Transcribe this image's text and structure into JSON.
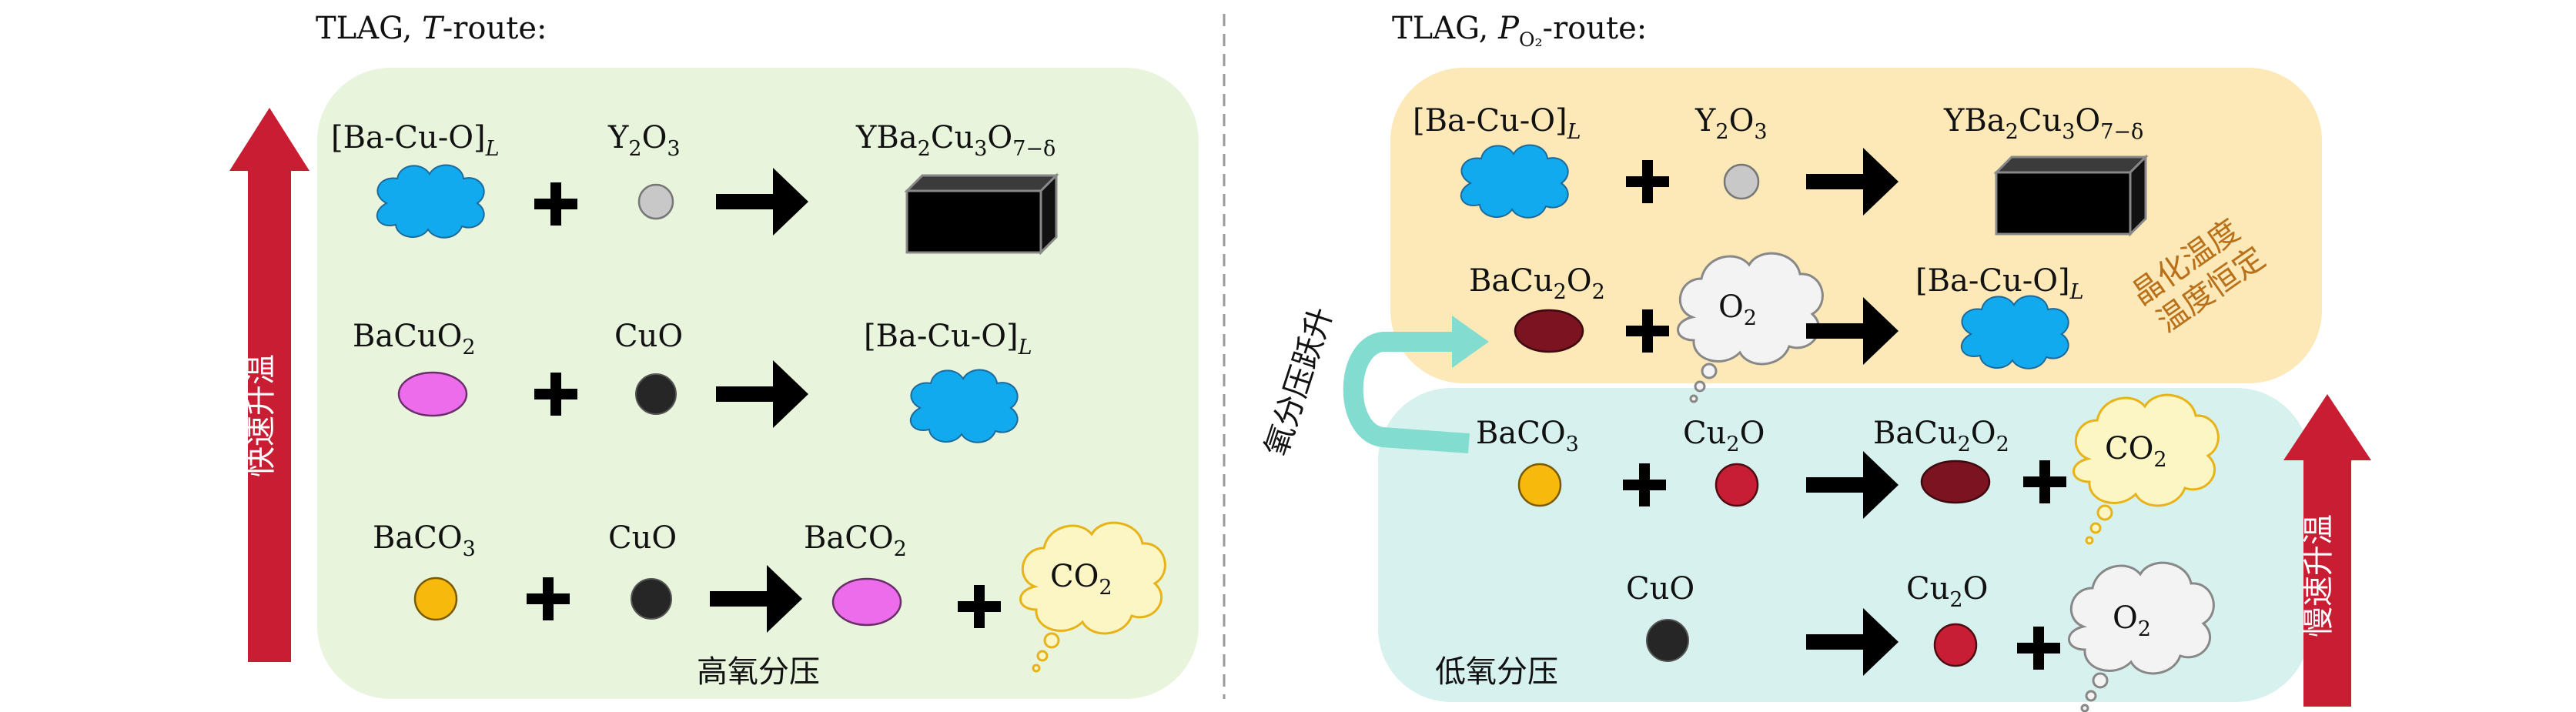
{
  "left_panel": {
    "title_prefix": "TLAG, ",
    "title_italic": "T",
    "title_suffix": "-route:",
    "rate_arrow_label": "快速升温",
    "bottom_label": "高氧分压",
    "rows": [
      {
        "r1": "[Ba-Cu-O]",
        "r1_sub": "L",
        "r2_pre": "Y",
        "r2_sub1": "2",
        "r2_mid": "O",
        "r2_sub2": "3",
        "p_pre": "YBa",
        "p_sub1": "2",
        "p_mid1": "Cu",
        "p_sub2": "3",
        "p_mid2": "O",
        "p_sub3": "7−δ"
      },
      {
        "r1_pre": "BaCuO",
        "r1_sub": "2",
        "r2": "CuO",
        "p": "[Ba-Cu-O]",
        "p_sub": "L"
      },
      {
        "r1_pre": "BaCO",
        "r1_sub": "3",
        "r2": "CuO",
        "p_pre": "BaCO",
        "p_sub": "2",
        "gas_pre": "CO",
        "gas_sub": "2"
      }
    ]
  },
  "right_panel": {
    "title_prefix": "TLAG, ",
    "title_italic": "P",
    "title_sub": "O₂",
    "title_suffix": "-route:",
    "jump_label": "氧分压跃升",
    "constant_label": [
      "晶化温度",
      "温度恒定"
    ],
    "rate_arrow_label": "慢速升温",
    "bottom_label": "低氧分压",
    "rows": [
      {
        "r1": "[Ba-Cu-O]",
        "r1_sub": "L",
        "r2_pre": "Y",
        "r2_sub1": "2",
        "r2_mid": "O",
        "r2_sub2": "3",
        "p_pre": "YBa",
        "p_sub1": "2",
        "p_mid1": "Cu",
        "p_sub2": "3",
        "p_mid2": "O",
        "p_sub3": "7−δ"
      },
      {
        "r1_pre": "BaCu",
        "r1_sub1": "2",
        "r1_mid": "O",
        "r1_sub2": "2",
        "gas_pre": "O",
        "gas_sub": "2",
        "p": "[Ba-Cu-O]",
        "p_sub": "L"
      },
      {
        "r1_pre": "BaCO",
        "r1_sub": "3",
        "r2_pre": "Cu",
        "r2_sub": "2",
        "r2_suf": "O",
        "p_pre": "BaCu",
        "p_sub1": "2",
        "p_mid": "O",
        "p_sub2": "2",
        "gas_pre": "CO",
        "gas_sub": "2"
      },
      {
        "r1": "CuO",
        "p_pre": "Cu",
        "p_sub": "2",
        "p_suf": "O",
        "gas_pre": "O",
        "gas_sub": "2"
      }
    ]
  },
  "colors": {
    "left_bg": "#e8f4dc",
    "top_right_bg": "#fce9b7",
    "bottom_right_bg": "#d7f1ee",
    "rate_arrow": "#c81d33",
    "liquid": "#12aaee",
    "y2o3": "#c8c8c8",
    "cuo": "#262626",
    "bacuo2": "#ec6cec",
    "baco3": "#f7b90c",
    "baco2": "#ec6cec",
    "cu2o": "#c81e35",
    "bacu2o2": "#7c1320",
    "co2_cloud": "#fcf5c4",
    "o2_cloud": "#f3f3f3",
    "jump_arrow": "#82dccf",
    "constant_text": "#b8701a",
    "divider": "#9a9a9a"
  },
  "icons": [
    "liquid-cloud-icon",
    "sphere-icon",
    "ellipse-icon",
    "block-icon",
    "plus-icon",
    "reaction-arrow-icon",
    "thought-cloud-icon"
  ]
}
